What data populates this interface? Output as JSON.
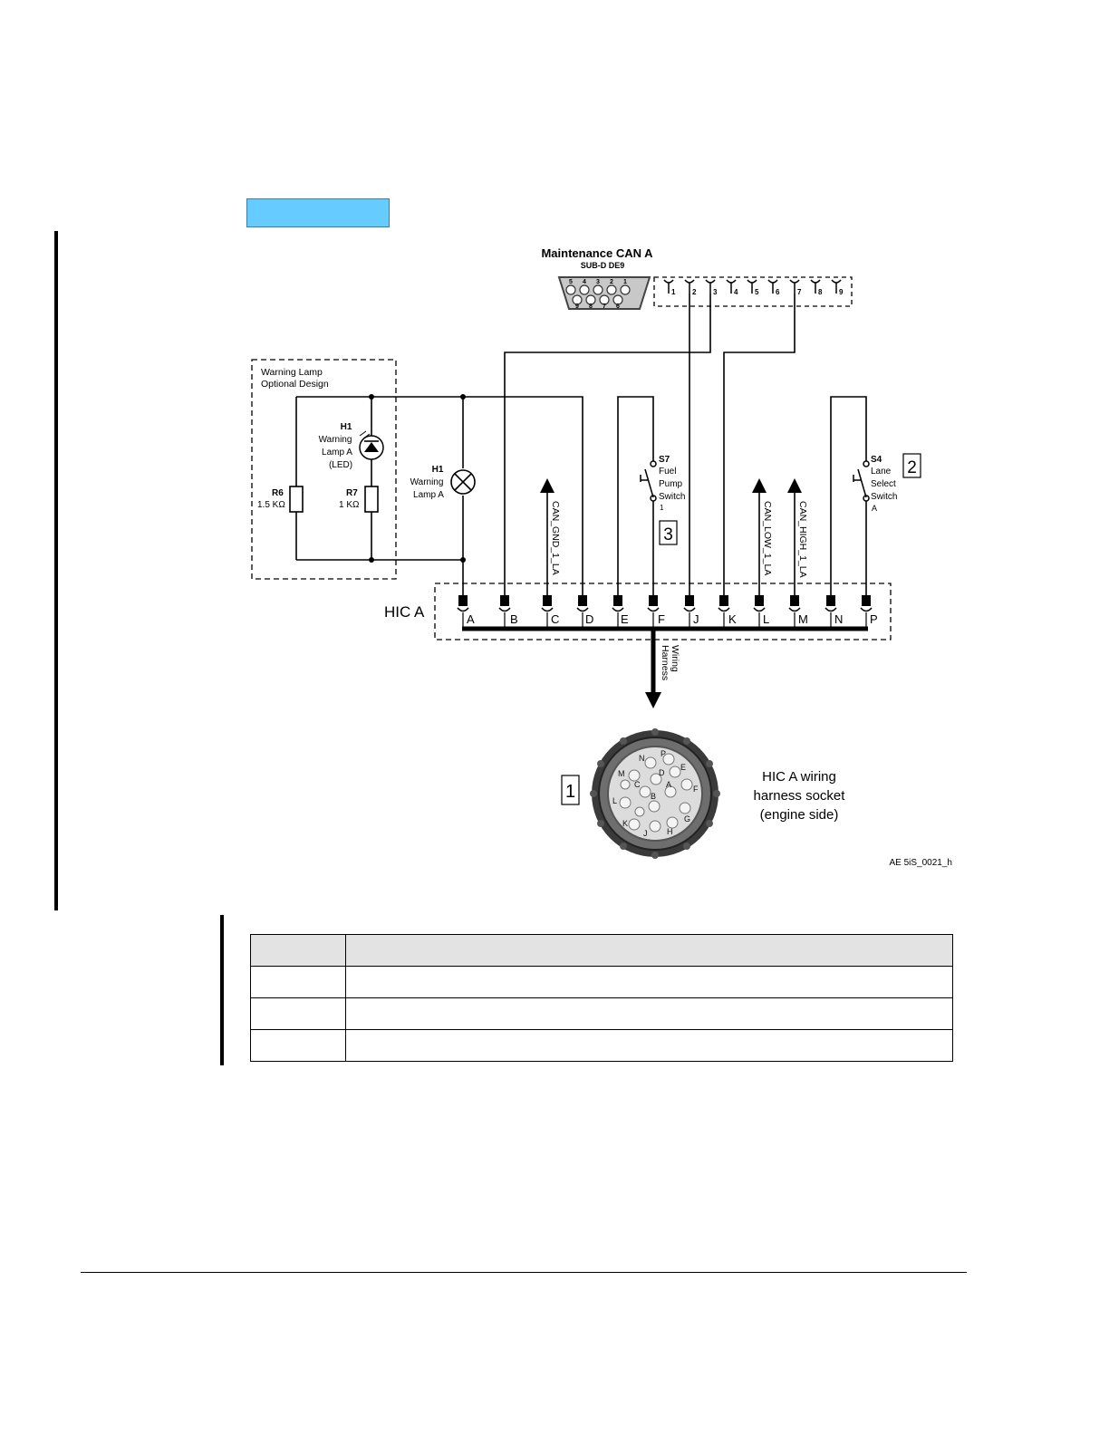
{
  "maintenance_can": {
    "title": "Maintenance CAN A",
    "subtitle": "SUB-D DE9",
    "front_pins_top": [
      "5",
      "4",
      "3",
      "2",
      "1"
    ],
    "front_pins_bottom": [
      "9",
      "8",
      "7",
      "6"
    ],
    "terminals": [
      "1",
      "2",
      "3",
      "4",
      "5",
      "6",
      "7",
      "8",
      "9"
    ]
  },
  "warning_lamp_box": {
    "title_line1": "Warning Lamp",
    "title_line2": "Optional Design"
  },
  "components": {
    "h1_led": [
      "H1",
      "Warning",
      "Lamp A",
      "(LED)"
    ],
    "r6": [
      "R6",
      "1.5 KΩ"
    ],
    "r7": [
      "R7",
      "1 KΩ"
    ],
    "h1_lamp": [
      "H1",
      "Warning",
      "Lamp A"
    ],
    "s7": [
      "S7",
      "Fuel",
      "Pump",
      "Switch",
      "1"
    ],
    "s4": [
      "S4",
      "Lane",
      "Select",
      "Switch",
      "A"
    ]
  },
  "signals": {
    "can_gnd": "CAN_GND_1_LA",
    "can_low": "CAN_LOW_1_LA",
    "can_high": "CAN_HIGH_1_LA"
  },
  "hic": {
    "label": "HIC A",
    "pins": [
      "A",
      "B",
      "C",
      "D",
      "E",
      "F",
      "J",
      "K",
      "L",
      "M",
      "N",
      "P"
    ],
    "harness_label_line1": "Wiring",
    "harness_label_line2": "Harness"
  },
  "callouts": {
    "c1": "1",
    "c2": "2",
    "c3": "3"
  },
  "socket": {
    "pins": [
      "N",
      "P",
      "M",
      "D",
      "E",
      "C",
      "A",
      "F",
      "L",
      "B",
      "G",
      "K",
      "J",
      "H"
    ],
    "caption_line1": "HIC A wiring",
    "caption_line2": "harness socket",
    "caption_line3": "(engine side)"
  },
  "figure_id": "AE 5iS_0021_h",
  "legend_table": {
    "rows": [
      [
        "",
        ""
      ],
      [
        "",
        ""
      ],
      [
        "",
        ""
      ],
      [
        "",
        ""
      ]
    ]
  }
}
